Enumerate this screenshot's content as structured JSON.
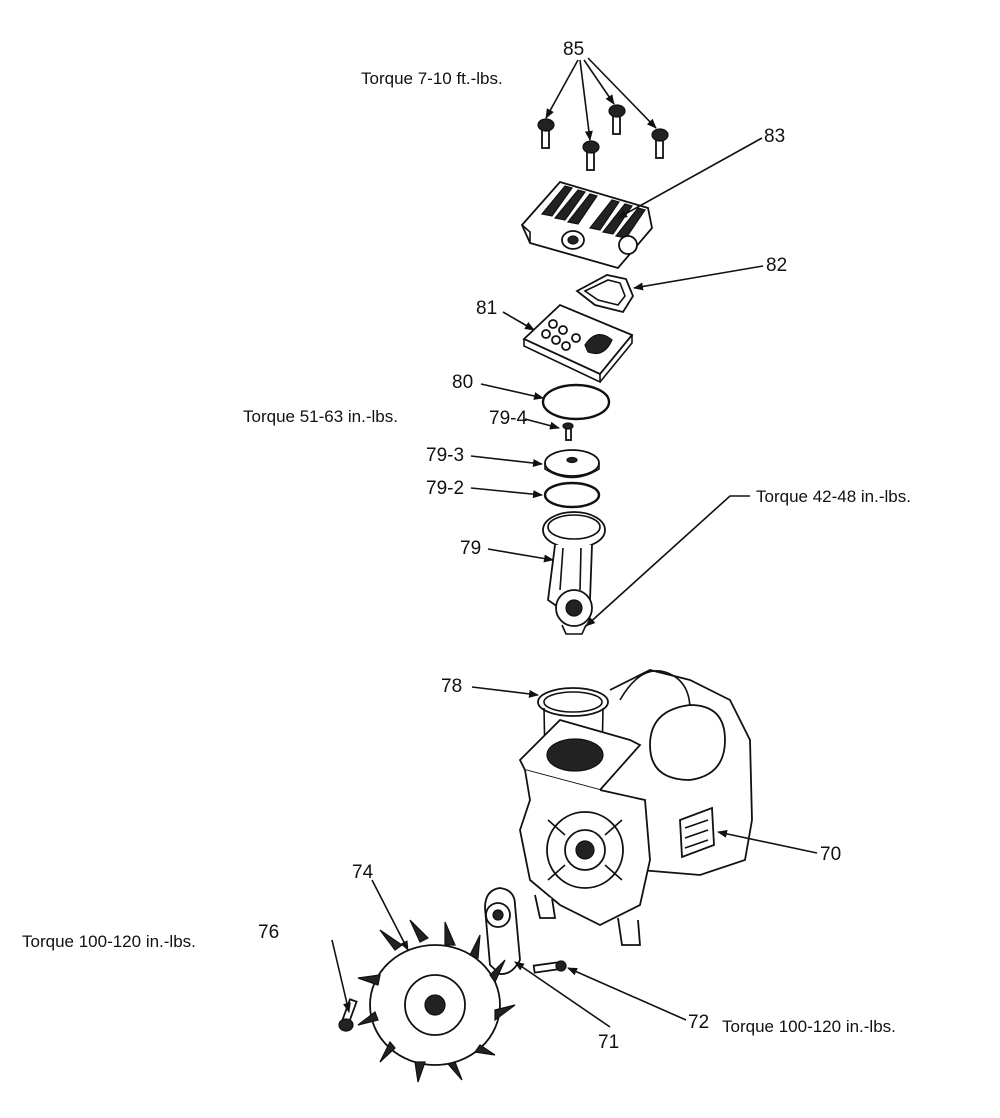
{
  "diagram": {
    "callouts": {
      "p85": "85",
      "p83": "83",
      "p82": "82",
      "p81": "81",
      "p80": "80",
      "p79_4": "79-4",
      "p79_3": "79-3",
      "p79_2": "79-2",
      "p79": "79",
      "p78": "78",
      "p70": "70",
      "p74": "74",
      "p76": "76",
      "p72": "72",
      "p71": "71"
    },
    "torque": {
      "t85": "Torque  7-10 ft.-lbs.",
      "t79_4": "Torque  51-63 in.-lbs.",
      "t79": "Torque  42-48 in.-lbs.",
      "t76": "Torque 100-120 in.-lbs.",
      "t72": "Torque 100-120 in.-lbs."
    }
  }
}
